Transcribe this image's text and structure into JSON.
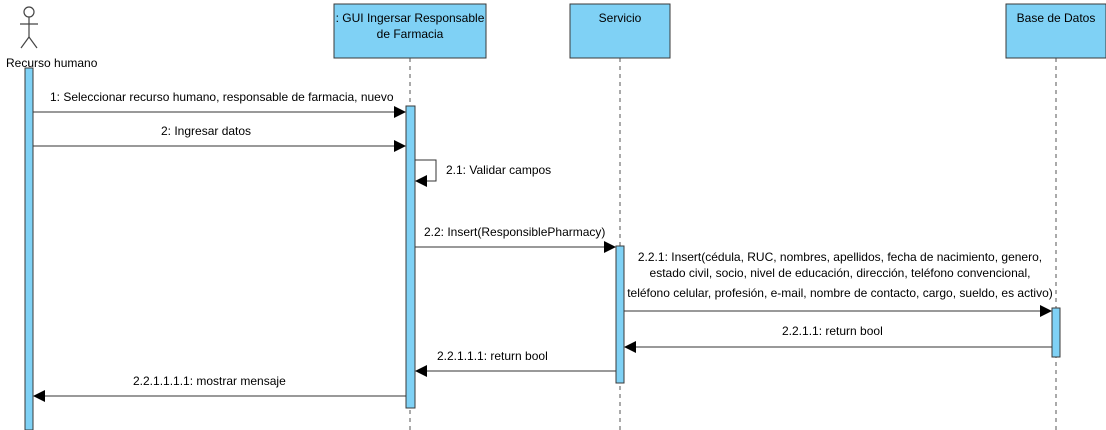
{
  "diagram": {
    "type": "sequence",
    "colors": {
      "lifeline_box": "#7fd1f5",
      "activation": "#7fd1f5",
      "border": "#3a3a3a"
    },
    "actor": {
      "label": "Recurso humano",
      "icon": "stick-figure-icon"
    },
    "participants": {
      "gui": {
        "label_line1": ": GUI Ingersar Responsable",
        "label_line2": "de Farmacia"
      },
      "servicio": {
        "label": "Servicio"
      },
      "bd": {
        "label": "Base de Datos"
      }
    },
    "messages": {
      "m1": "1: Seleccionar recurso humano, responsable de farmacia, nuevo",
      "m2": "2: Ingresar datos",
      "m21": "2.1: Validar campos",
      "m22": "2.2: Insert(ResponsiblePharmacy)",
      "m221_line1": "2.2.1: Insert(cédula, RUC, nombres, apellidos, fecha de nacimiento, genero,",
      "m221_line2": "estado civil, socio, nivel de educación, dirección, teléfono convencional,",
      "m221_line3": "teléfono celular, profesión, e-mail, nombre de contacto, cargo, sueldo, es activo)",
      "r2211": "2.2.1.1: return bool",
      "r22111": "2.2.1.1.1: return bool",
      "r221111": "2.2.1.1.1.1: mostrar mensaje"
    }
  }
}
